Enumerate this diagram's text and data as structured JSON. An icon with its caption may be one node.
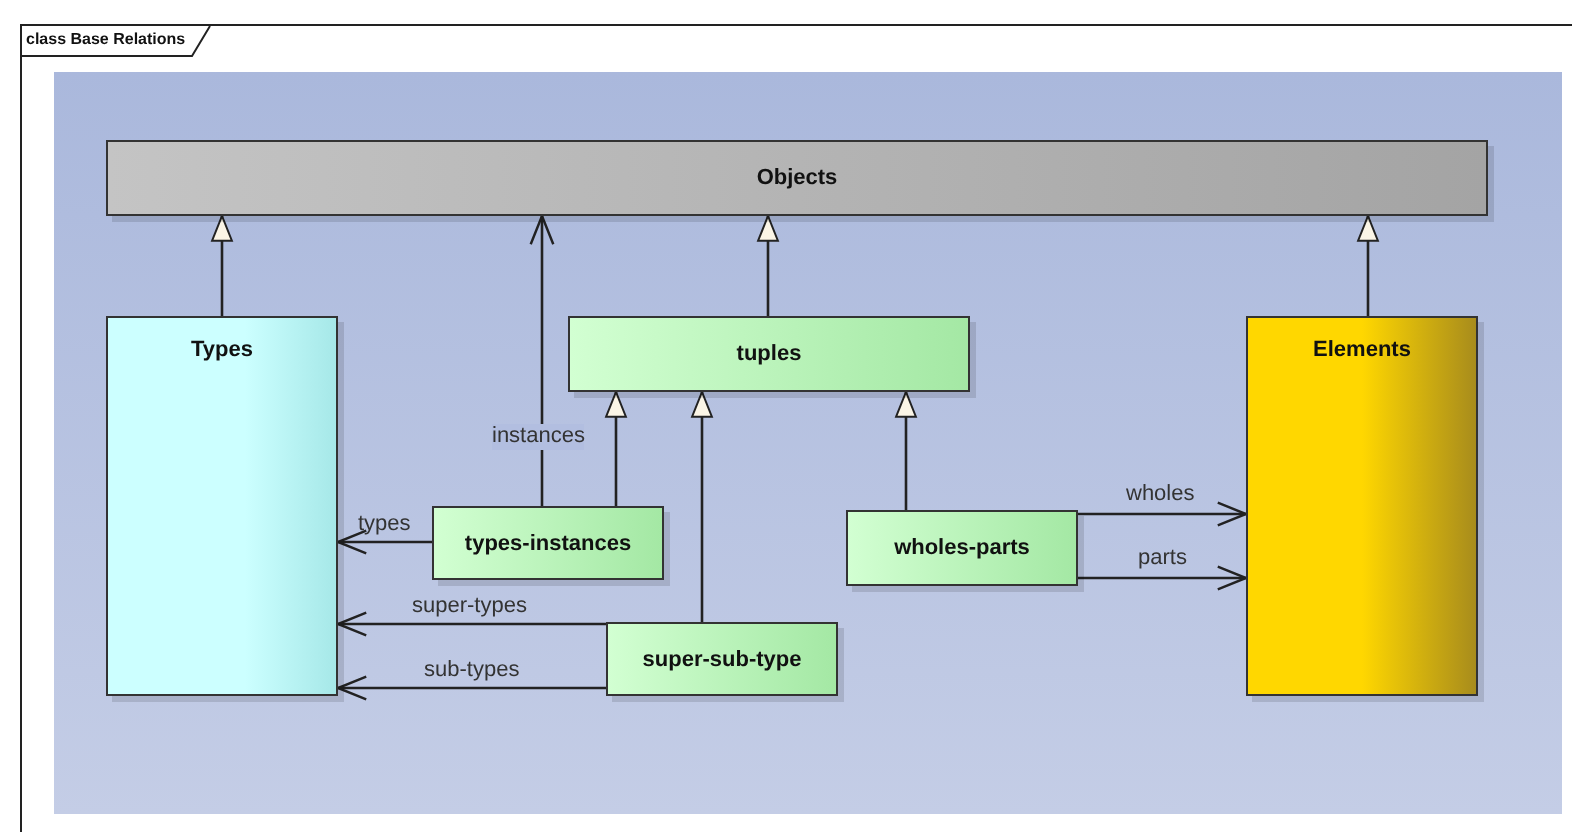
{
  "diagram": {
    "title": "class Base Relations",
    "nodes": [
      {
        "text": [
          "Objects"
        ]
      },
      {
        "text": [
          "Types"
        ]
      },
      {
        "text": [
          "tuples"
        ]
      },
      {
        "text": [
          "Elements"
        ]
      },
      {
        "text": [
          "types-instances"
        ]
      },
      {
        "text": [
          "wholes-parts"
        ]
      },
      {
        "text": [
          "super-sub-type"
        ]
      }
    ],
    "edges": [
      {
        "from": 1,
        "to": 0,
        "arrow": "to"
      },
      {
        "from": 4,
        "to": 0,
        "arrow": "to",
        "label": "instances"
      },
      {
        "from": 2,
        "to": 0,
        "arrow": "to"
      },
      {
        "from": 3,
        "to": 0,
        "arrow": "to"
      },
      {
        "from": 4,
        "to": 2,
        "arrow": "to"
      },
      {
        "from": 6,
        "to": 2,
        "arrow": "to"
      },
      {
        "from": 5,
        "to": 2,
        "arrow": "to"
      },
      {
        "from": 4,
        "to": 1,
        "arrow": "to",
        "label": "types"
      },
      {
        "from": 6,
        "to": 1,
        "arrow": "to",
        "label": "super-types"
      },
      {
        "from": 6,
        "to": 1,
        "arrow": "to",
        "label": "sub-types"
      },
      {
        "from": 5,
        "to": 3,
        "arrow": "to",
        "label": "wholes"
      },
      {
        "from": 5,
        "to": 3,
        "arrow": "to",
        "label": "parts"
      }
    ]
  }
}
